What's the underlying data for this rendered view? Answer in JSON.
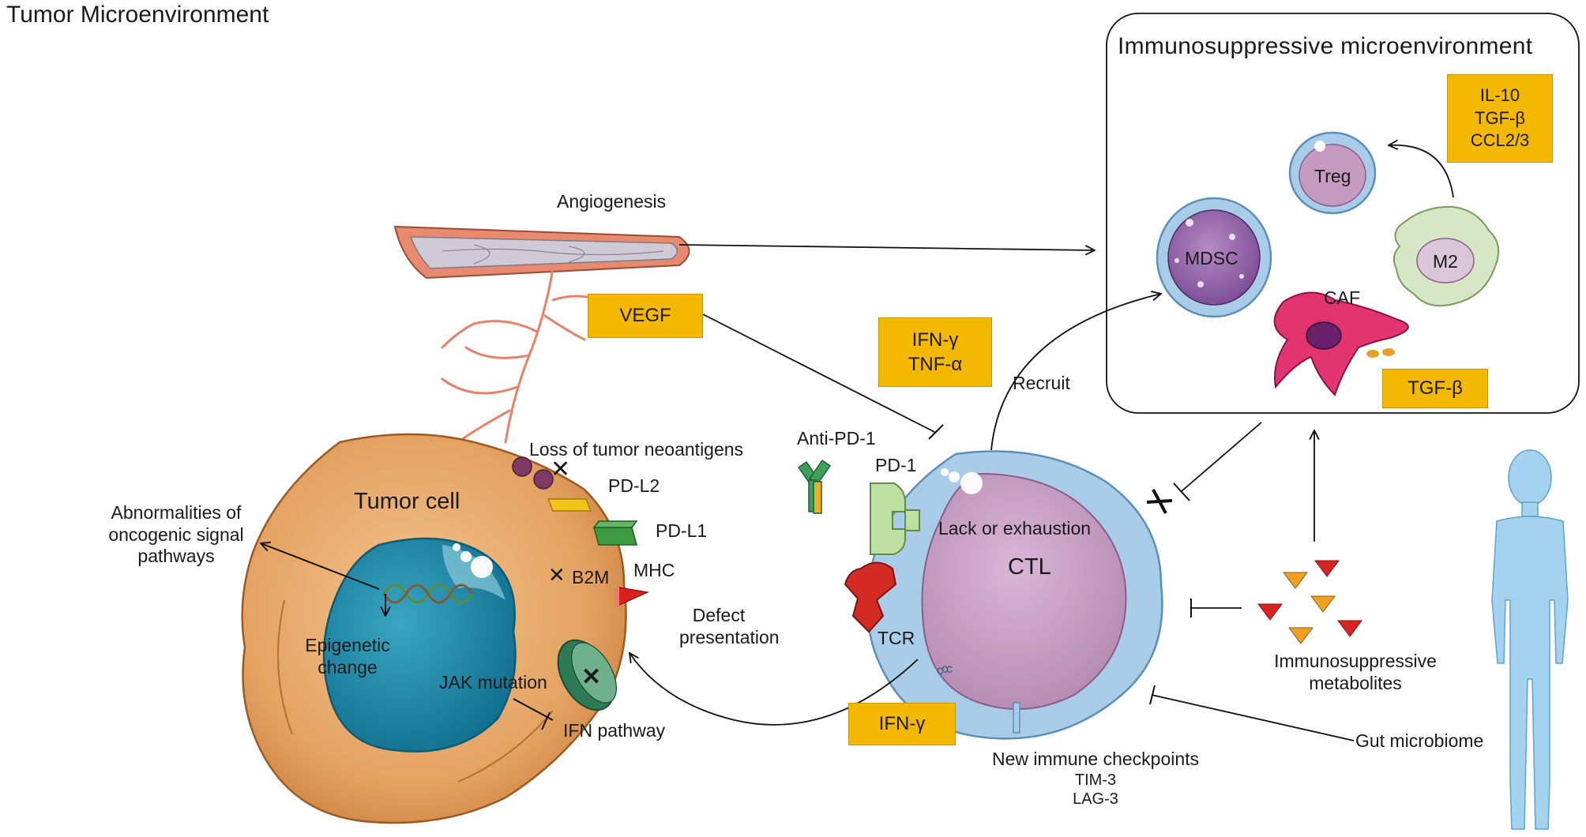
{
  "title": "Tumor Microenvironment",
  "panel_title": "Immunosuppressive  microenvironment",
  "labels": {
    "angiogenesis": "Angiogenesis",
    "vegf": "VEGF",
    "ifn_tnf": [
      "IFN-γ",
      "TNF-α"
    ],
    "recruit": "Recruit",
    "loss_neoantigens": "Loss of tumor neoantigens",
    "anti_pd1": "Anti-PD-1",
    "pd1": "PD-1",
    "pdl2": "PD-L2",
    "pdl1": "PD-L1",
    "b2m": "B2M",
    "mhc": "MHC",
    "tumor_cell": "Tumor cell",
    "abnormalities": [
      "Abnormalities of",
      "oncogenic signal",
      "pathways"
    ],
    "epigenetic": [
      "Epigenetic",
      "change"
    ],
    "jak": "JAK mutation",
    "ifn_pathway": "IFN pathway",
    "defect": [
      "Defect",
      "presentation"
    ],
    "lack": "Lack or exhaustion",
    "ctl": "CTL",
    "tcr": "TCR",
    "ifn_gamma": "IFN-γ",
    "new_checkpoints": [
      "New immune checkpoints",
      "TIM-3",
      "LAG-3"
    ],
    "immunosuppressive_metabolites": [
      "Immunosuppressive",
      "metabolites"
    ],
    "gut": "Gut microbiome",
    "cytokines": [
      "IL-10",
      "TGF-β",
      "CCL2/3"
    ],
    "treg": "Treg",
    "mdsc": "MDSC",
    "m2": "M2",
    "caf": "CAF",
    "tgfb": "TGF-β"
  },
  "colors": {
    "box_fill": "#f5b800",
    "tumor_fill": "#e6a867",
    "nucleus_fill": "#1f8aa8",
    "ctl_fill": "#c9a3c6",
    "ctl_membrane": "#a9cde8",
    "vessel": "#e7826a",
    "human": "#a5d3ef",
    "metabolite_red": "#d62424",
    "metabolite_orange": "#f2a024"
  }
}
